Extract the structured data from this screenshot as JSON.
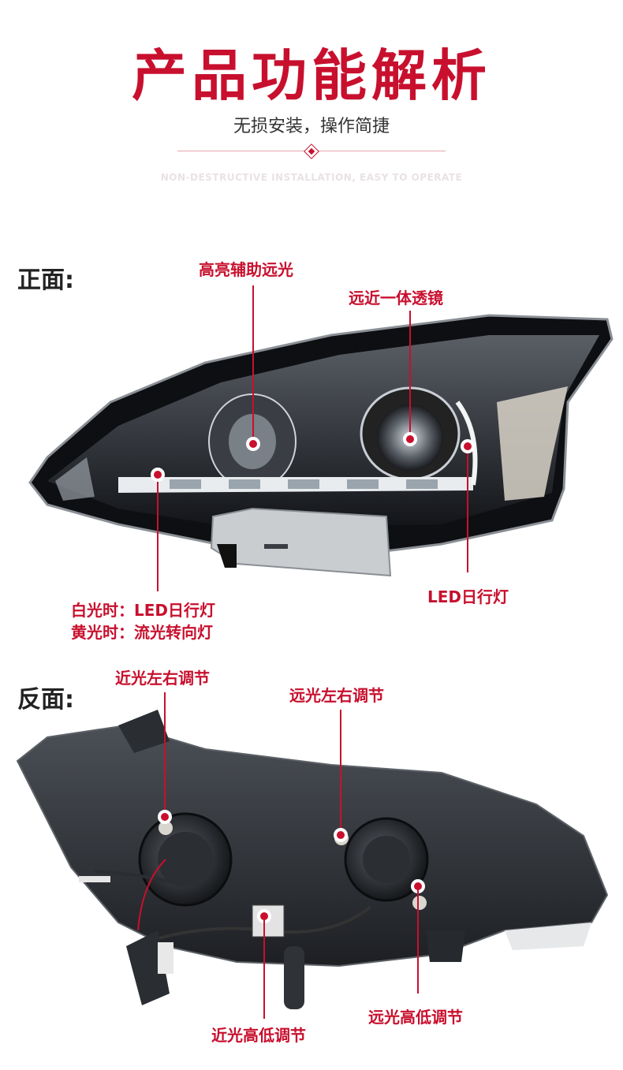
{
  "header": {
    "title": "产品功能解析",
    "subtitle": "无损安装，操作简捷",
    "subtitle_en": "NON-DESTRUCTIVE INSTALLATION, EASY TO OPERATE"
  },
  "front": {
    "section_label": "正面:",
    "labels": {
      "aux_high_beam": "高亮辅助远光",
      "bi_lens": "远近一体透镜",
      "drl_right": "LED日行灯",
      "white_mode": "白光时：LED日行灯",
      "yellow_mode": "黄光时：流光转向灯"
    }
  },
  "back": {
    "section_label": "反面:",
    "labels": {
      "low_lr": "近光左右调节",
      "high_lr": "远光左右调节",
      "high_ud": "远光高低调节",
      "low_ud": "近光高低调节"
    }
  },
  "colors": {
    "accent": "#c8102e",
    "text": "#222222"
  }
}
